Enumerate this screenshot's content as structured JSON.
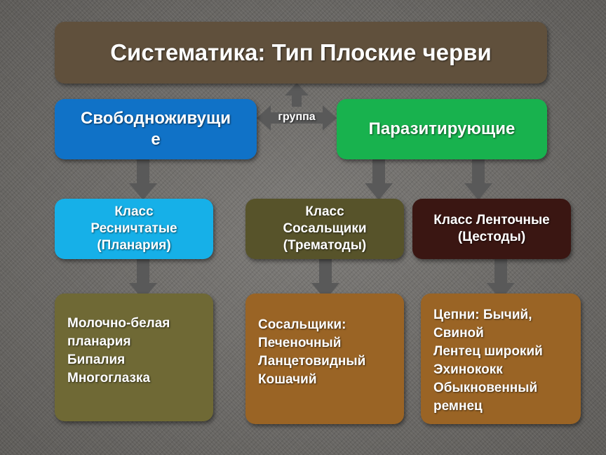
{
  "title": "Систематика: Тип Плоские черви",
  "connector_label": "группа",
  "categories": {
    "free_living": [
      "Свободноживущи",
      "е"
    ],
    "parasitic": [
      "Паразитирующие"
    ]
  },
  "classes": [
    [
      "Класс",
      "Ресничтатые",
      "(Планария)"
    ],
    [
      "Класс",
      "Сосальщики",
      "(Трематоды)"
    ],
    [
      "Класс Ленточные",
      "(Цестоды)"
    ]
  ],
  "species": [
    [
      "Молочно-белая",
      "планария",
      "Бипалия",
      "Многоглазка"
    ],
    [
      "Сосальщики:",
      "Печеночный",
      "Ланцетовидный",
      "Кошачий"
    ],
    [
      "Цепни: Бычий,",
      "Свиной",
      "Лентец широкий",
      "Эхинококк",
      "Обыкновенный",
      "ремнец"
    ]
  ],
  "colors": {
    "title_bg": "#60503c",
    "free_living_bg": "#1072c7",
    "parasitic_bg": "#18b24e",
    "class_ciliated_bg": "#16b0e8",
    "class_flukes_bg": "#57532a",
    "class_tapeworms_bg": "#3a1612",
    "species_ciliated_bg": "#6f6935",
    "species_parasites_bg": "#9a6425",
    "arrow": "#595959"
  }
}
